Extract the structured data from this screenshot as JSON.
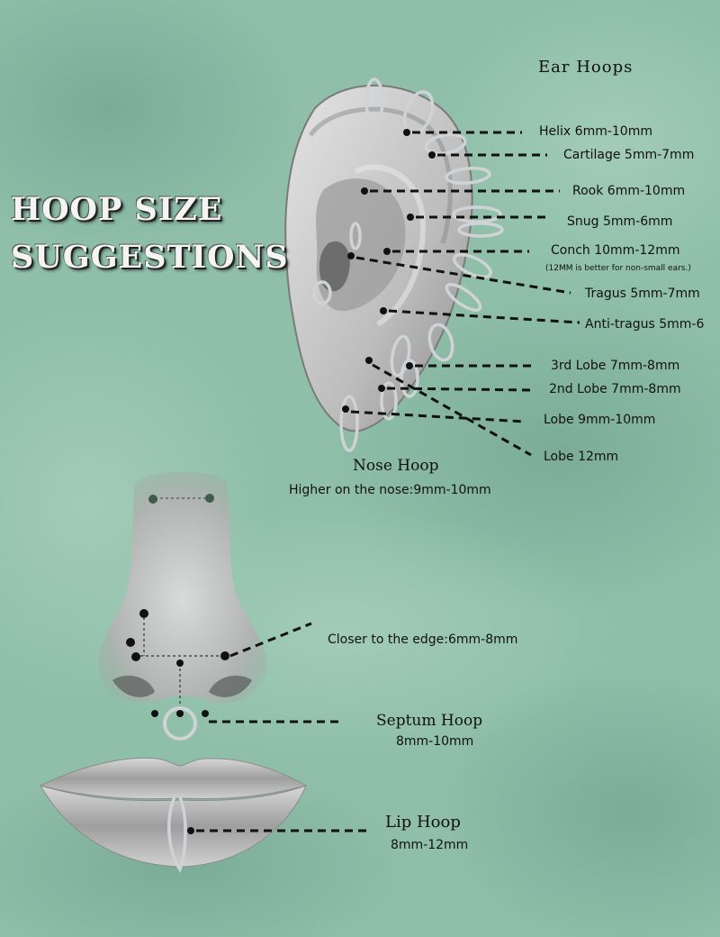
{
  "title": {
    "line1": "HOOP SIZE",
    "line2": "SUGGESTIONS"
  },
  "colors": {
    "background": "#8fbfa9",
    "background_dark": "#6fa38f",
    "skin": "#c9c9c9",
    "ring": "#cfd3d5",
    "dot": "#111111"
  },
  "ear": {
    "heading": "Ear Hoops",
    "labels": [
      {
        "id": "helix",
        "text": "Helix 6mm-10mm"
      },
      {
        "id": "cartilage",
        "text": "Cartilage 5mm-7mm"
      },
      {
        "id": "rook",
        "text": "Rook 6mm-10mm"
      },
      {
        "id": "snug",
        "text": "Snug 5mm-6mm"
      },
      {
        "id": "conch",
        "text": "Conch 10mm-12mm"
      },
      {
        "id": "tragus",
        "text": "Tragus 5mm-7mm"
      },
      {
        "id": "anti-tragus",
        "text": "Anti-tragus 5mm-6"
      },
      {
        "id": "third-lobe",
        "text": "3rd Lobe 7mm-8mm"
      },
      {
        "id": "second-lobe",
        "text": "2nd Lobe 7mm-8mm"
      },
      {
        "id": "lobe",
        "text": "Lobe 9mm-10mm"
      },
      {
        "id": "lobe-12",
        "text": "Lobe 12mm"
      }
    ],
    "conch_note": "(12MM is better for non-small ears.)"
  },
  "nose": {
    "heading": "Nose Hoop",
    "higher_label": "Higher on the nose:9mm-10mm",
    "edge_label": "Closer to the edge:6mm-8mm"
  },
  "septum": {
    "heading": "Septum Hoop",
    "size": "8mm-10mm"
  },
  "lip": {
    "heading": "Lip Hoop",
    "size": "8mm-12mm"
  }
}
